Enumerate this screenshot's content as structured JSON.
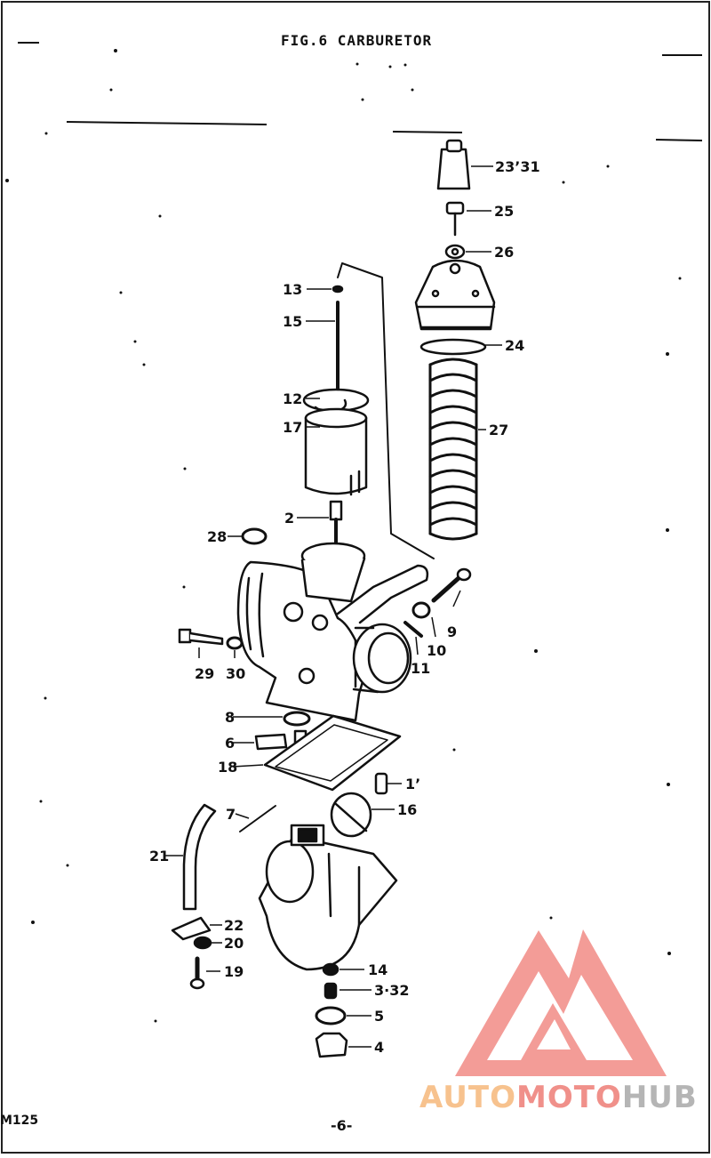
{
  "header": {
    "title": "FIG.6 CARBURETOR"
  },
  "footer": {
    "model": "M125",
    "page": "-6-"
  },
  "watermark": {
    "part1": "AUTO",
    "part2": "MOTO",
    "part3": "HUB",
    "colors": {
      "auto": "#f7c28e",
      "moto": "#f0908a",
      "hub": "#b5b5b5",
      "logo": "#f28b86"
    }
  },
  "callouts": {
    "c23_31": "23’31",
    "c25": "25",
    "c26": "26",
    "c13": "13",
    "c15": "15",
    "c24": "24",
    "c12": "12",
    "c27": "27",
    "c17": "17",
    "c2": "2",
    "c28": "28",
    "c9": "9",
    "c10": "10",
    "c11": "11",
    "c29": "29",
    "c30": "30",
    "c8": "8",
    "c6": "6",
    "c18": "18",
    "c1": "1’",
    "c16": "16",
    "c7": "7",
    "c21": "21",
    "c22": "22",
    "c20": "20",
    "c19": "19",
    "c14": "14",
    "c3_32": "3·32",
    "c5": "5",
    "c4": "4"
  }
}
